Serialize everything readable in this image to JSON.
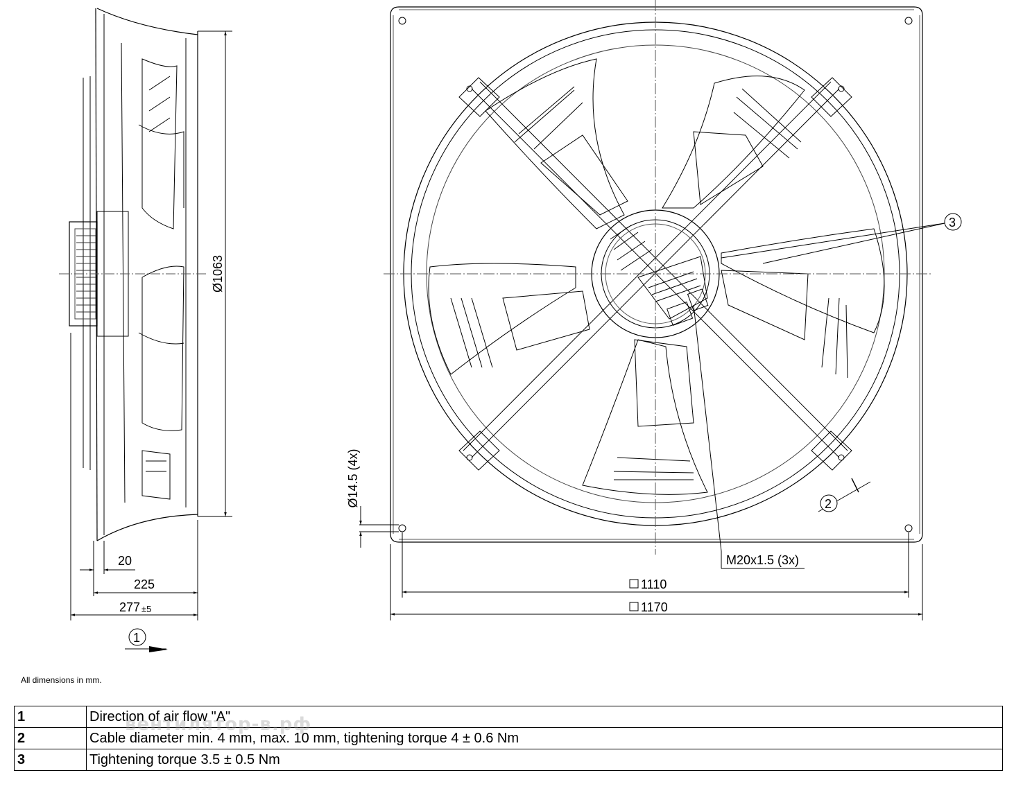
{
  "dimensions": {
    "dia_fan": "Ø1063",
    "dia_holes": "Ø14.5 (4x)",
    "d20": "20",
    "d225": "225",
    "d277": "277",
    "d277_tol": "±5",
    "sq1110": "1110",
    "sq1170": "1170",
    "thread": "M20x1.5 (3x)"
  },
  "callouts": {
    "c1": "1",
    "c2": "2",
    "c3": "3"
  },
  "note": "All dimensions in mm.",
  "legend": [
    {
      "num": "1",
      "text": "Direction of air flow \"A\""
    },
    {
      "num": "2",
      "text": "Cable diameter min. 4 mm, max. 10 mm, tightening torque 4 ± 0.6 Nm"
    },
    {
      "num": "3",
      "text": "Tightening torque 3.5 ± 0.5 Nm"
    }
  ],
  "watermark": "вентилятор-в.рф"
}
